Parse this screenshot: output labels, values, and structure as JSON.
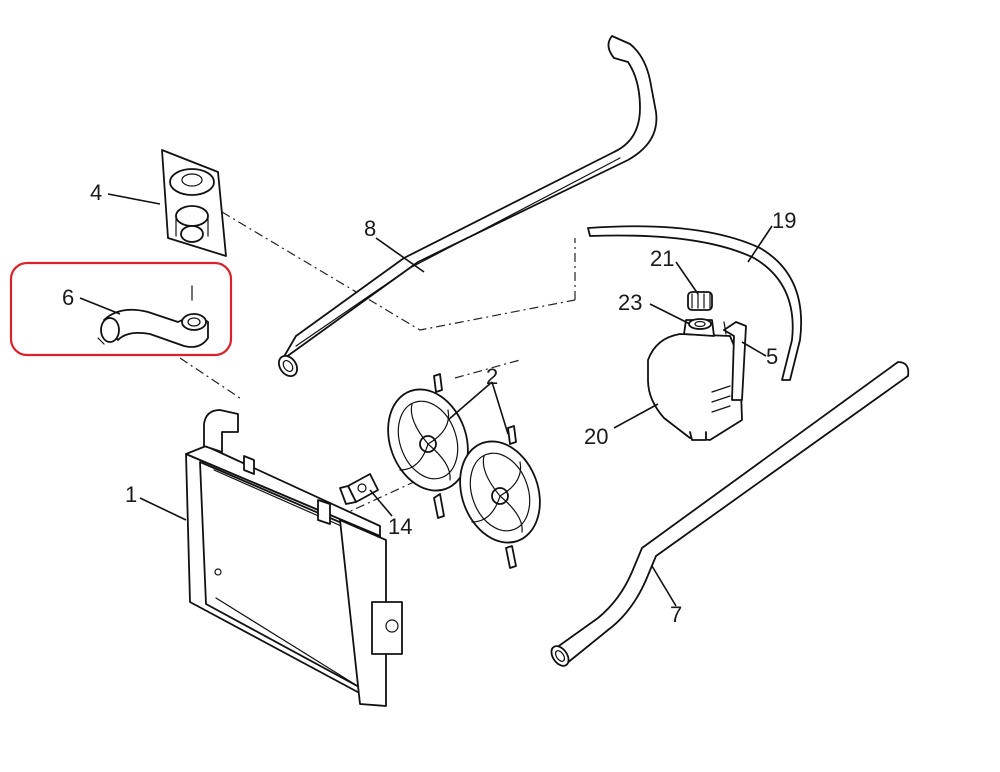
{
  "highlight_color": "#d9222a",
  "line_color": "#111111",
  "callouts": [
    {
      "id": "1",
      "text": "1"
    },
    {
      "id": "2",
      "text": "2"
    },
    {
      "id": "4",
      "text": "4"
    },
    {
      "id": "5",
      "text": "5"
    },
    {
      "id": "6",
      "text": "6"
    },
    {
      "id": "7",
      "text": "7"
    },
    {
      "id": "8",
      "text": "8"
    },
    {
      "id": "14",
      "text": "14"
    },
    {
      "id": "19",
      "text": "19"
    },
    {
      "id": "20",
      "text": "20"
    },
    {
      "id": "21",
      "text": "21"
    },
    {
      "id": "23",
      "text": "23"
    }
  ],
  "highlighted_part": "6"
}
